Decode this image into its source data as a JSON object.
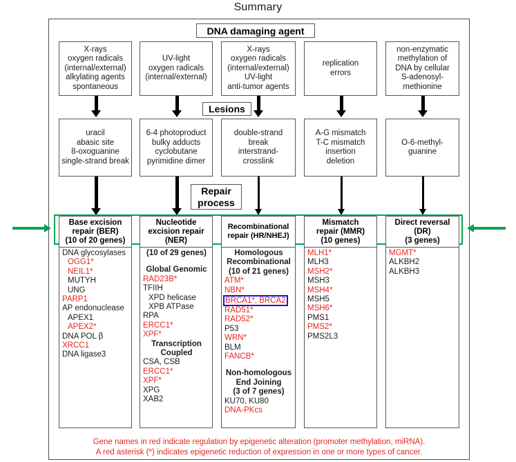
{
  "title": "Summary",
  "banners": {
    "damaging_agent": "DNA damaging agent",
    "lesions": "Lesions",
    "repair_process_l1": "Repair",
    "repair_process_l2": "process"
  },
  "agents": [
    "X-rays\noxygen radicals\n(internal/external)\nalkylating agents\nspontaneous",
    "UV-light\noxygen radicals\n(internal/external)",
    "X-rays\noxygen radicals\n(internal/external)\nUV-light\nanti-tumor agents",
    "replication\nerrors",
    "non-enzymatic\nmethylation of\nDNA by cellular\nS-adenosyl-\nmethionine"
  ],
  "lesions": [
    "uracil\nabasic site\n8-oxoguanine\nsingle-strand break",
    "6-4 photoproduct\nbulky adducts\ncyclobutane\npyrimidine dimer",
    "double-strand\nbreak\ninterstrand-\ncrosslink",
    "A-G mismatch\nT-C mismatch\ninsertion\ndeletion",
    "O-6-methyl-\nguanine"
  ],
  "processes": [
    "Base excision\nrepair (BER)\n(10 of 20 genes)",
    "Nucleotide\nexcision repair\n(NER)",
    "Recombinational\nrepair (HR/NHEJ)",
    "Mismatch\nrepair (MMR)\n(10 genes)",
    "Direct reversal\n(DR)\n(3 genes)"
  ],
  "gene_columns": [
    {
      "name": "ber",
      "lines": [
        {
          "t": "DNA glycosylases",
          "c": "black"
        },
        {
          "t": "OGG1*",
          "c": "red",
          "i": 1
        },
        {
          "t": "NEIL1*",
          "c": "red",
          "i": 1
        },
        {
          "t": "MUTYH",
          "c": "black",
          "i": 1
        },
        {
          "t": "UNG",
          "c": "black",
          "i": 1
        },
        {
          "t": "PARP1",
          "c": "red"
        },
        {
          "t": "AP endonuclease",
          "c": "black"
        },
        {
          "t": "APEX1",
          "c": "black",
          "i": 1
        },
        {
          "t": "APEX2*",
          "c": "red",
          "i": 1
        },
        {
          "t": "DNA POL β",
          "c": "black"
        },
        {
          "t": "XRCC1",
          "c": "red"
        },
        {
          "t": "DNA ligase3",
          "c": "black"
        }
      ]
    },
    {
      "name": "ner",
      "lines": [
        {
          "t": "(10 of 29 genes)",
          "c": "black",
          "b": true,
          "ctr": true
        },
        {
          "t": "",
          "sp": true
        },
        {
          "t": "Global Genomic",
          "c": "black",
          "b": true,
          "ctr": true
        },
        {
          "t": "RAD23B*",
          "c": "red"
        },
        {
          "t": "TFIIH",
          "c": "black"
        },
        {
          "t": "XPD helicase",
          "c": "black",
          "i": 1
        },
        {
          "t": "XPB ATPase",
          "c": "black",
          "i": 1
        },
        {
          "t": "RPA",
          "c": "black"
        },
        {
          "t": "ERCC1*",
          "c": "red"
        },
        {
          "t": "XPF*",
          "c": "red"
        },
        {
          "t": "Transcription",
          "c": "black",
          "b": true,
          "ctr": true
        },
        {
          "t": "Coupled",
          "c": "black",
          "b": true,
          "ctr": true
        },
        {
          "t": "CSA, CSB",
          "c": "black"
        },
        {
          "t": "ERCC1*",
          "c": "red"
        },
        {
          "t": "XPF*",
          "c": "red"
        },
        {
          "t": "XPG",
          "c": "black"
        },
        {
          "t": "XAB2",
          "c": "black"
        }
      ]
    },
    {
      "name": "recombinational",
      "lines": [
        {
          "t": "Homologous",
          "c": "black",
          "b": true,
          "ctr": true
        },
        {
          "t": "Recombinational",
          "c": "black",
          "b": true,
          "ctr": true
        },
        {
          "t": "(10 of 21 genes)",
          "c": "black",
          "b": true,
          "ctr": true
        },
        {
          "t": "ATM*",
          "c": "red"
        },
        {
          "t": "NBN*",
          "c": "red"
        },
        {
          "t": "BRCA1*, BRCA2",
          "c": "red",
          "boxed": true
        },
        {
          "t": "RAD51*",
          "c": "red"
        },
        {
          "t": "RAD52*",
          "c": "red"
        },
        {
          "t": "P53",
          "c": "black"
        },
        {
          "t": "WRN*",
          "c": "red"
        },
        {
          "t": "BLM",
          "c": "black"
        },
        {
          "t": "FANCB*",
          "c": "red"
        },
        {
          "t": "",
          "sp": true
        },
        {
          "t": "Non-homologous",
          "c": "black",
          "b": true,
          "ctr": true
        },
        {
          "t": "End Joining",
          "c": "black",
          "b": true,
          "ctr": true
        },
        {
          "t": "(3 of 7 genes)",
          "c": "black",
          "b": true,
          "ctr": true
        },
        {
          "t": "KU70, KU80",
          "c": "black"
        },
        {
          "t": "DNA-PKcs",
          "c": "red"
        }
      ]
    },
    {
      "name": "mmr",
      "lines": [
        {
          "t": "MLH1*",
          "c": "red"
        },
        {
          "t": "MLH3",
          "c": "black"
        },
        {
          "t": "MSH2*",
          "c": "red"
        },
        {
          "t": "MSH3",
          "c": "black"
        },
        {
          "t": "MSH4*",
          "c": "red"
        },
        {
          "t": "MSH5",
          "c": "black"
        },
        {
          "t": "MSH6*",
          "c": "red"
        },
        {
          "t": "PMS1",
          "c": "black"
        },
        {
          "t": "PMS2*",
          "c": "red"
        },
        {
          "t": "PMS2L3",
          "c": "black"
        }
      ]
    },
    {
      "name": "dr",
      "lines": [
        {
          "t": "MGMT*",
          "c": "red"
        },
        {
          "t": "ALKBH2",
          "c": "black"
        },
        {
          "t": "ALKBH3",
          "c": "black"
        }
      ]
    }
  ],
  "footnote": {
    "line1": "Gene names in red indicate regulation by epigenetic alteration (promoter methylation, miRNA).",
    "line2": "A red asterisk (*) indicates epigenetic reduction of expression in one or more types of cancer."
  },
  "colors": {
    "red": "#e8241c",
    "green": "#00a550",
    "blue": "#1414dc",
    "black": "#1a1a1a"
  }
}
